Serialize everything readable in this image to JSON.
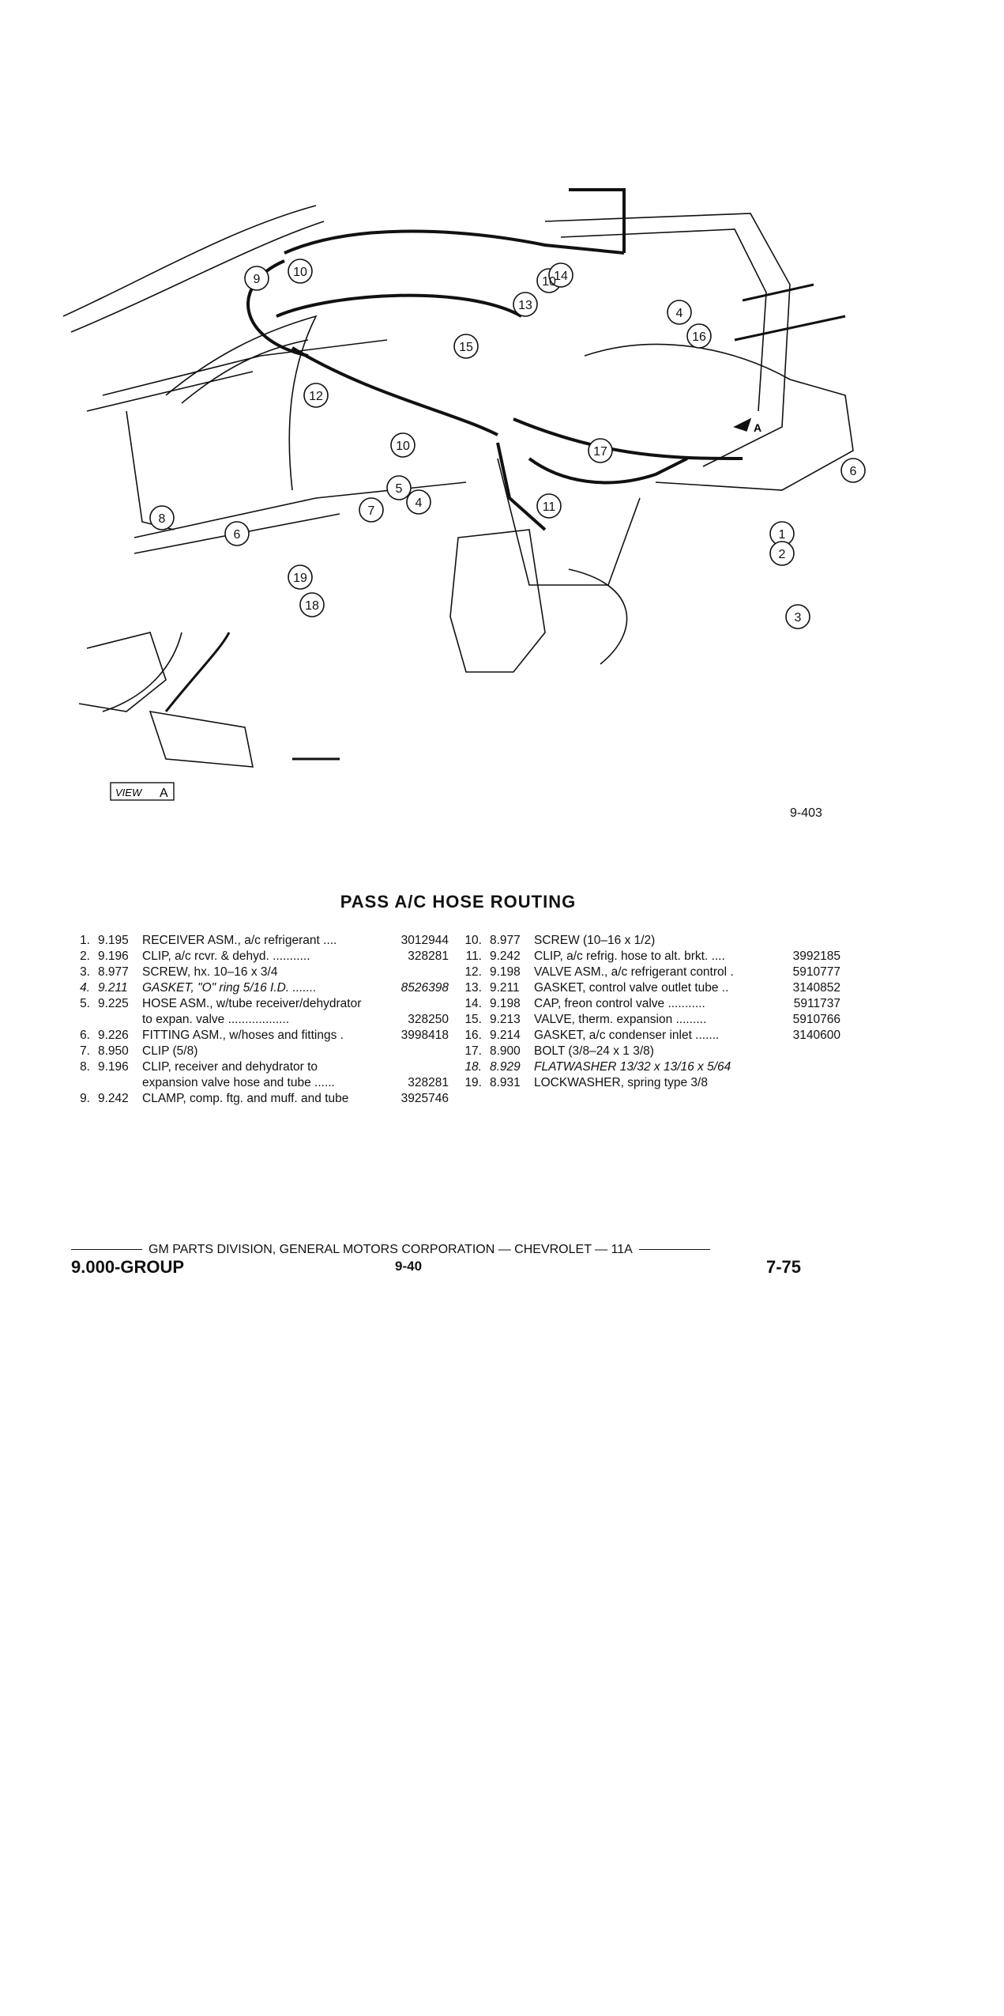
{
  "diagram": {
    "callouts": [
      "1",
      "2",
      "3",
      "4",
      "4",
      "5",
      "6",
      "6",
      "7",
      "8",
      "9",
      "10",
      "10",
      "10",
      "11",
      "12",
      "13",
      "14",
      "15",
      "16",
      "17",
      "18",
      "19"
    ],
    "view_label": "VIEW",
    "view_letter": "A",
    "arrow_label": "A"
  },
  "figure_id": "9-403",
  "title": "PASS A/C HOSE ROUTING",
  "parts_left": [
    {
      "num": "1.",
      "group": "9.195",
      "desc": "RECEIVER ASM., a/c refrigerant ....",
      "part": "3012944"
    },
    {
      "num": "2.",
      "group": "9.196",
      "desc": "CLIP, a/c rcvr. & dehyd. ...........",
      "part": "328281"
    },
    {
      "num": "3.",
      "group": "8.977",
      "desc": "SCREW, hx. 10–16 x 3/4",
      "part": ""
    },
    {
      "num": "4.",
      "group": "9.211",
      "desc": "GASKET, \"O\" ring 5/16 I.D. .......",
      "part": "8526398",
      "italic": true
    },
    {
      "num": "5.",
      "group": "9.225",
      "desc": "HOSE ASM., w/tube receiver/dehydrator",
      "part": ""
    },
    {
      "num": "",
      "group": "",
      "desc": "to expan. valve ..................",
      "part": "328250"
    },
    {
      "num": "6.",
      "group": "9.226",
      "desc": "FITTING ASM., w/hoses and fittings .",
      "part": "3998418"
    },
    {
      "num": "7.",
      "group": "8.950",
      "desc": "CLIP (5/8)",
      "part": ""
    },
    {
      "num": "8.",
      "group": "9.196",
      "desc": "CLIP, receiver and dehydrator to",
      "part": ""
    },
    {
      "num": "",
      "group": "",
      "desc": "expansion valve hose and tube ......",
      "part": "328281"
    },
    {
      "num": "9.",
      "group": "9.242",
      "desc": "CLAMP, comp. ftg. and muff. and tube",
      "part": "3925746"
    }
  ],
  "parts_right": [
    {
      "num": "10.",
      "group": "8.977",
      "desc": "SCREW (10–16 x 1/2)",
      "part": ""
    },
    {
      "num": "11.",
      "group": "9.242",
      "desc": "CLIP, a/c refrig. hose to alt. brkt. ....",
      "part": "3992185"
    },
    {
      "num": "12.",
      "group": "9.198",
      "desc": "VALVE ASM., a/c refrigerant control .",
      "part": "5910777"
    },
    {
      "num": "13.",
      "group": "9.211",
      "desc": "GASKET, control valve outlet tube ..",
      "part": "3140852"
    },
    {
      "num": "14.",
      "group": "9.198",
      "desc": "CAP, freon control valve ...........",
      "part": "5911737"
    },
    {
      "num": "15.",
      "group": "9.213",
      "desc": "VALVE, therm. expansion .........",
      "part": "5910766"
    },
    {
      "num": "16.",
      "group": "9.214",
      "desc": "GASKET, a/c condenser inlet .......",
      "part": "3140600"
    },
    {
      "num": "17.",
      "group": "8.900",
      "desc": "BOLT (3/8–24 x 1 3/8)",
      "part": ""
    },
    {
      "num": "18.",
      "group": "8.929",
      "desc": "FLATWASHER 13/32 x 13/16 x 5/64",
      "part": "",
      "italic": true
    },
    {
      "num": "19.",
      "group": "8.931",
      "desc": "LOCKWASHER, spring type 3/8",
      "part": ""
    }
  ],
  "footer": {
    "division": "GM PARTS DIVISION, GENERAL MOTORS CORPORATION — CHEVROLET — 11A",
    "group": "9.000-GROUP",
    "page": "9-40",
    "section_page": "7-75"
  }
}
